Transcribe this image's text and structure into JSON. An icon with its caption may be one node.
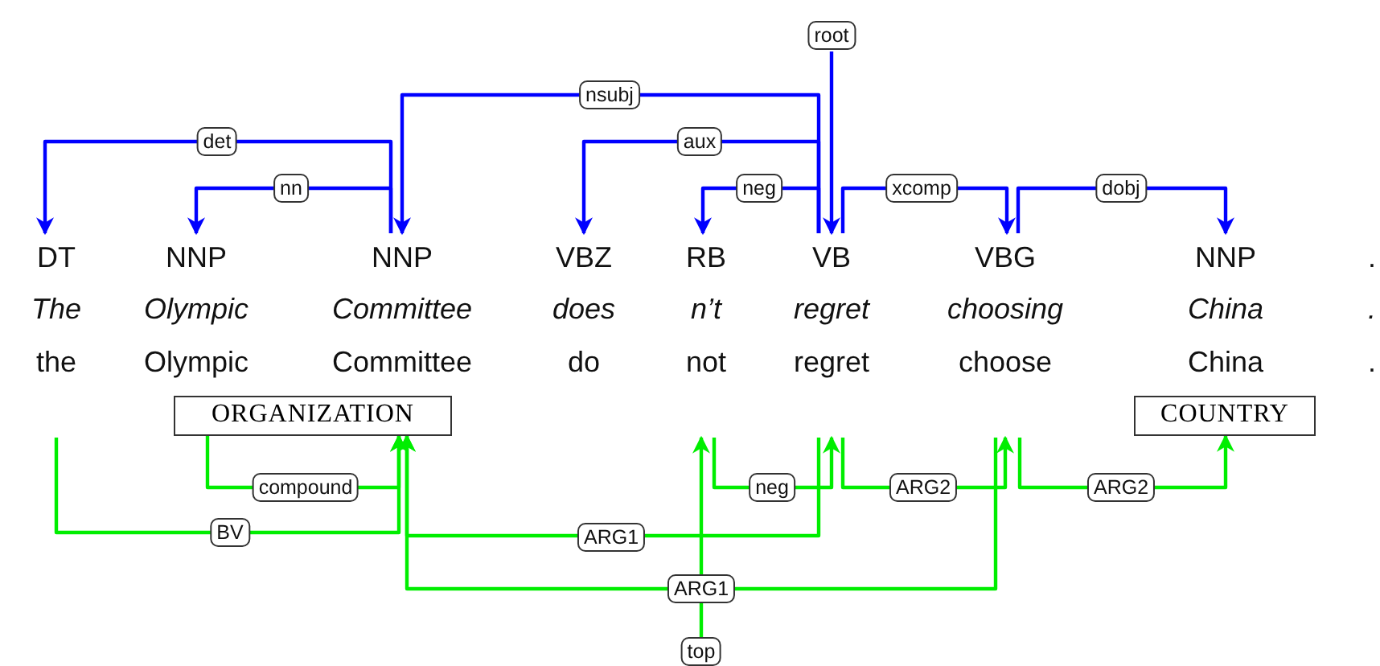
{
  "diagram": {
    "nodes": [
      {
        "text": [
          "DT",
          "The",
          "the"
        ]
      },
      {
        "text": [
          "NNP",
          "Olympic",
          "Olympic"
        ]
      },
      {
        "text": [
          "NNP",
          "Committee",
          "Committee"
        ]
      },
      {
        "text": [
          "VBZ",
          "does",
          "do"
        ]
      },
      {
        "text": [
          "RB",
          "n’t",
          "not"
        ]
      },
      {
        "text": [
          "VB",
          "regret",
          "regret"
        ]
      },
      {
        "text": [
          "VBG",
          "choosing",
          "choose"
        ]
      },
      {
        "text": [
          "NNP",
          "China",
          "China"
        ]
      },
      {
        "text": [
          ".",
          ".",
          "."
        ]
      },
      {
        "text": [
          "ORGANIZATION"
        ]
      },
      {
        "text": [
          "COUNTRY"
        ]
      }
    ],
    "edges": [
      {
        "from": 2,
        "to": 0,
        "arrow": "to",
        "label": "det",
        "color": "#0000ff"
      },
      {
        "from": 2,
        "to": 1,
        "arrow": "to",
        "label": "nn",
        "color": "#0000ff"
      },
      {
        "from": 5,
        "to": 2,
        "arrow": "to",
        "label": "nsubj",
        "color": "#0000ff"
      },
      {
        "from": 5,
        "to": 3,
        "arrow": "to",
        "label": "aux",
        "color": "#0000ff"
      },
      {
        "from": 5,
        "to": 4,
        "arrow": "to",
        "label": "neg",
        "color": "#0000ff"
      },
      {
        "from": null,
        "to": 5,
        "arrow": "to",
        "label": "root",
        "color": "#0000ff"
      },
      {
        "from": 5,
        "to": 6,
        "arrow": "to",
        "label": "xcomp",
        "color": "#0000ff"
      },
      {
        "from": 6,
        "to": 7,
        "arrow": "to",
        "label": "dobj",
        "color": "#0000ff"
      },
      {
        "from": 9,
        "to": 9,
        "arrow": "to",
        "label": "compound",
        "color": "#00ee00"
      },
      {
        "from": 0,
        "to": 9,
        "arrow": "to",
        "label": "BV",
        "color": "#00ee00"
      },
      {
        "from": 5,
        "to": 9,
        "arrow": "to",
        "label": "ARG1",
        "color": "#00ee00"
      },
      {
        "from": 6,
        "to": 9,
        "arrow": "to",
        "label": "ARG1",
        "color": "#00ee00"
      },
      {
        "from": null,
        "to": 4,
        "arrow": "to",
        "label": "top",
        "color": "#00ee00"
      },
      {
        "from": 4,
        "to": 5,
        "arrow": "to",
        "label": "neg",
        "color": "#00ee00"
      },
      {
        "from": 5,
        "to": 6,
        "arrow": "to",
        "label": "ARG2",
        "color": "#00ee00"
      },
      {
        "from": 6,
        "to": 10,
        "arrow": "to",
        "label": "ARG2",
        "color": "#00ee00"
      }
    ]
  }
}
